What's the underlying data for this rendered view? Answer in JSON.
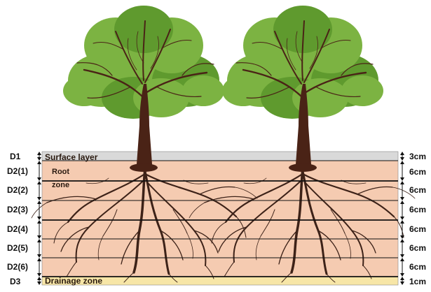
{
  "layers": [
    {
      "id": "D1",
      "name": "Surface layer",
      "thickness": "3cm",
      "color": "#d9d9d9"
    },
    {
      "id": "D2(1)",
      "name": "",
      "thickness": "6cm",
      "color": "#f5cbb1"
    },
    {
      "id": "D2(2)",
      "name": "",
      "thickness": "6cm",
      "color": "#f5cbb1"
    },
    {
      "id": "D2(3)",
      "name": "",
      "thickness": "6cm",
      "color": "#f5cbb1"
    },
    {
      "id": "D2(4)",
      "name": "",
      "thickness": "6cm",
      "color": "#f5cbb1"
    },
    {
      "id": "D2(5)",
      "name": "",
      "thickness": "6cm",
      "color": "#f5cbb1"
    },
    {
      "id": "D2(6)",
      "name": "",
      "thickness": "6cm",
      "color": "#f5cbb1"
    },
    {
      "id": "D3",
      "name": "Drainage zone",
      "thickness": "1cm",
      "color": "#f7e6a7"
    }
  ],
  "root_zone_label": [
    "Root",
    "zone"
  ],
  "colors": {
    "foliage": "#7cb342",
    "foliage_dark": "#5f9a2e",
    "trunk": "#4a2316",
    "root": "#3d2218",
    "separator": "#111111"
  },
  "icons": [
    "tree-icon",
    "tree-icon",
    "double-arrow-icon"
  ]
}
